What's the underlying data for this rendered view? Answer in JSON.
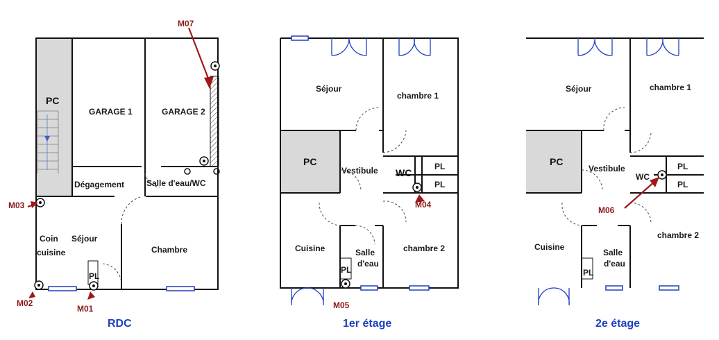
{
  "floors": [
    {
      "title": "RDC"
    },
    {
      "title": "1er étage"
    },
    {
      "title": "2e étage"
    }
  ],
  "rdc": {
    "pc": "PC",
    "garage1": "GARAGE 1",
    "garage2": "GARAGE 2",
    "degagement": "Dégagement",
    "salle_eau_wc": "Salle d'eau/WC",
    "coin_cuisine_1": "Coin",
    "coin_cuisine_2": "cuisine",
    "sejour": "Séjour",
    "chambre": "Chambre",
    "pl": "PL"
  },
  "etage1": {
    "sejour": "Séjour",
    "chambre1": "chambre 1",
    "pc": "PC",
    "vestibule": "Vestibule",
    "wc": "WC",
    "pl_top": "PL",
    "pl_bottom": "PL",
    "cuisine": "Cuisine",
    "salle_1": "Salle",
    "salle_2": "d'eau",
    "pl_small": "PL",
    "chambre2": "chambre 2"
  },
  "etage2": {
    "sejour": "Séjour",
    "chambre1": "chambre 1",
    "pc": "PC",
    "vestibule": "Vestibule",
    "wc": "WC",
    "pl_top": "PL",
    "pl_bottom": "PL",
    "cuisine": "Cuisine",
    "salle_1": "Salle",
    "salle_2": "d'eau",
    "pl_small": "PL",
    "chambre2": "chambre 2"
  },
  "markers": {
    "m01": "M01",
    "m02": "M02",
    "m03": "M03",
    "m04": "M04",
    "m05": "M05",
    "m06": "M06",
    "m07": "M07"
  },
  "colors": {
    "pc_fill": "#d9d9d9",
    "wall": "#111111",
    "window": "#1f3fbf",
    "marker": "#a01818",
    "title": "#1f3fbf"
  }
}
